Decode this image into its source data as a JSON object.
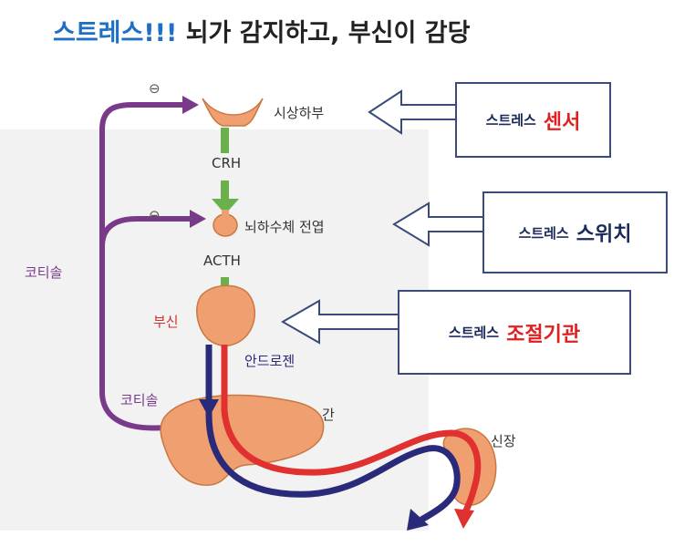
{
  "title": {
    "accent": "스트레스!!!",
    "rest": " 뇌가 감지하고, 부신이 감당"
  },
  "labels": {
    "hypothalamus": "시상하부",
    "crh": "CRH",
    "pituitary": "뇌하수체 전엽",
    "acth": "ACTH",
    "adrenal": "부신",
    "androgen": "안드로젠",
    "cortisol_left": "코티솔",
    "cortisol_bottom": "코티솔",
    "liver": "간",
    "kidney": "신장",
    "minus1": "⊖",
    "minus2": "⊖"
  },
  "boxes": [
    {
      "small": "스트레스",
      "big": "센서",
      "color": "#e02020"
    },
    {
      "small": "스트레스",
      "big": "스위치",
      "color": "#1b2a5a"
    },
    {
      "small": "스트레스",
      "big": "조절기관",
      "color": "#e02020"
    }
  ],
  "colors": {
    "feedback": "#7a3a8a",
    "signal": "#6ab04c",
    "organ": "#f0a070",
    "vein": "#2a2a7a",
    "artery": "#e03030",
    "box_border": "#3a4a7a"
  }
}
